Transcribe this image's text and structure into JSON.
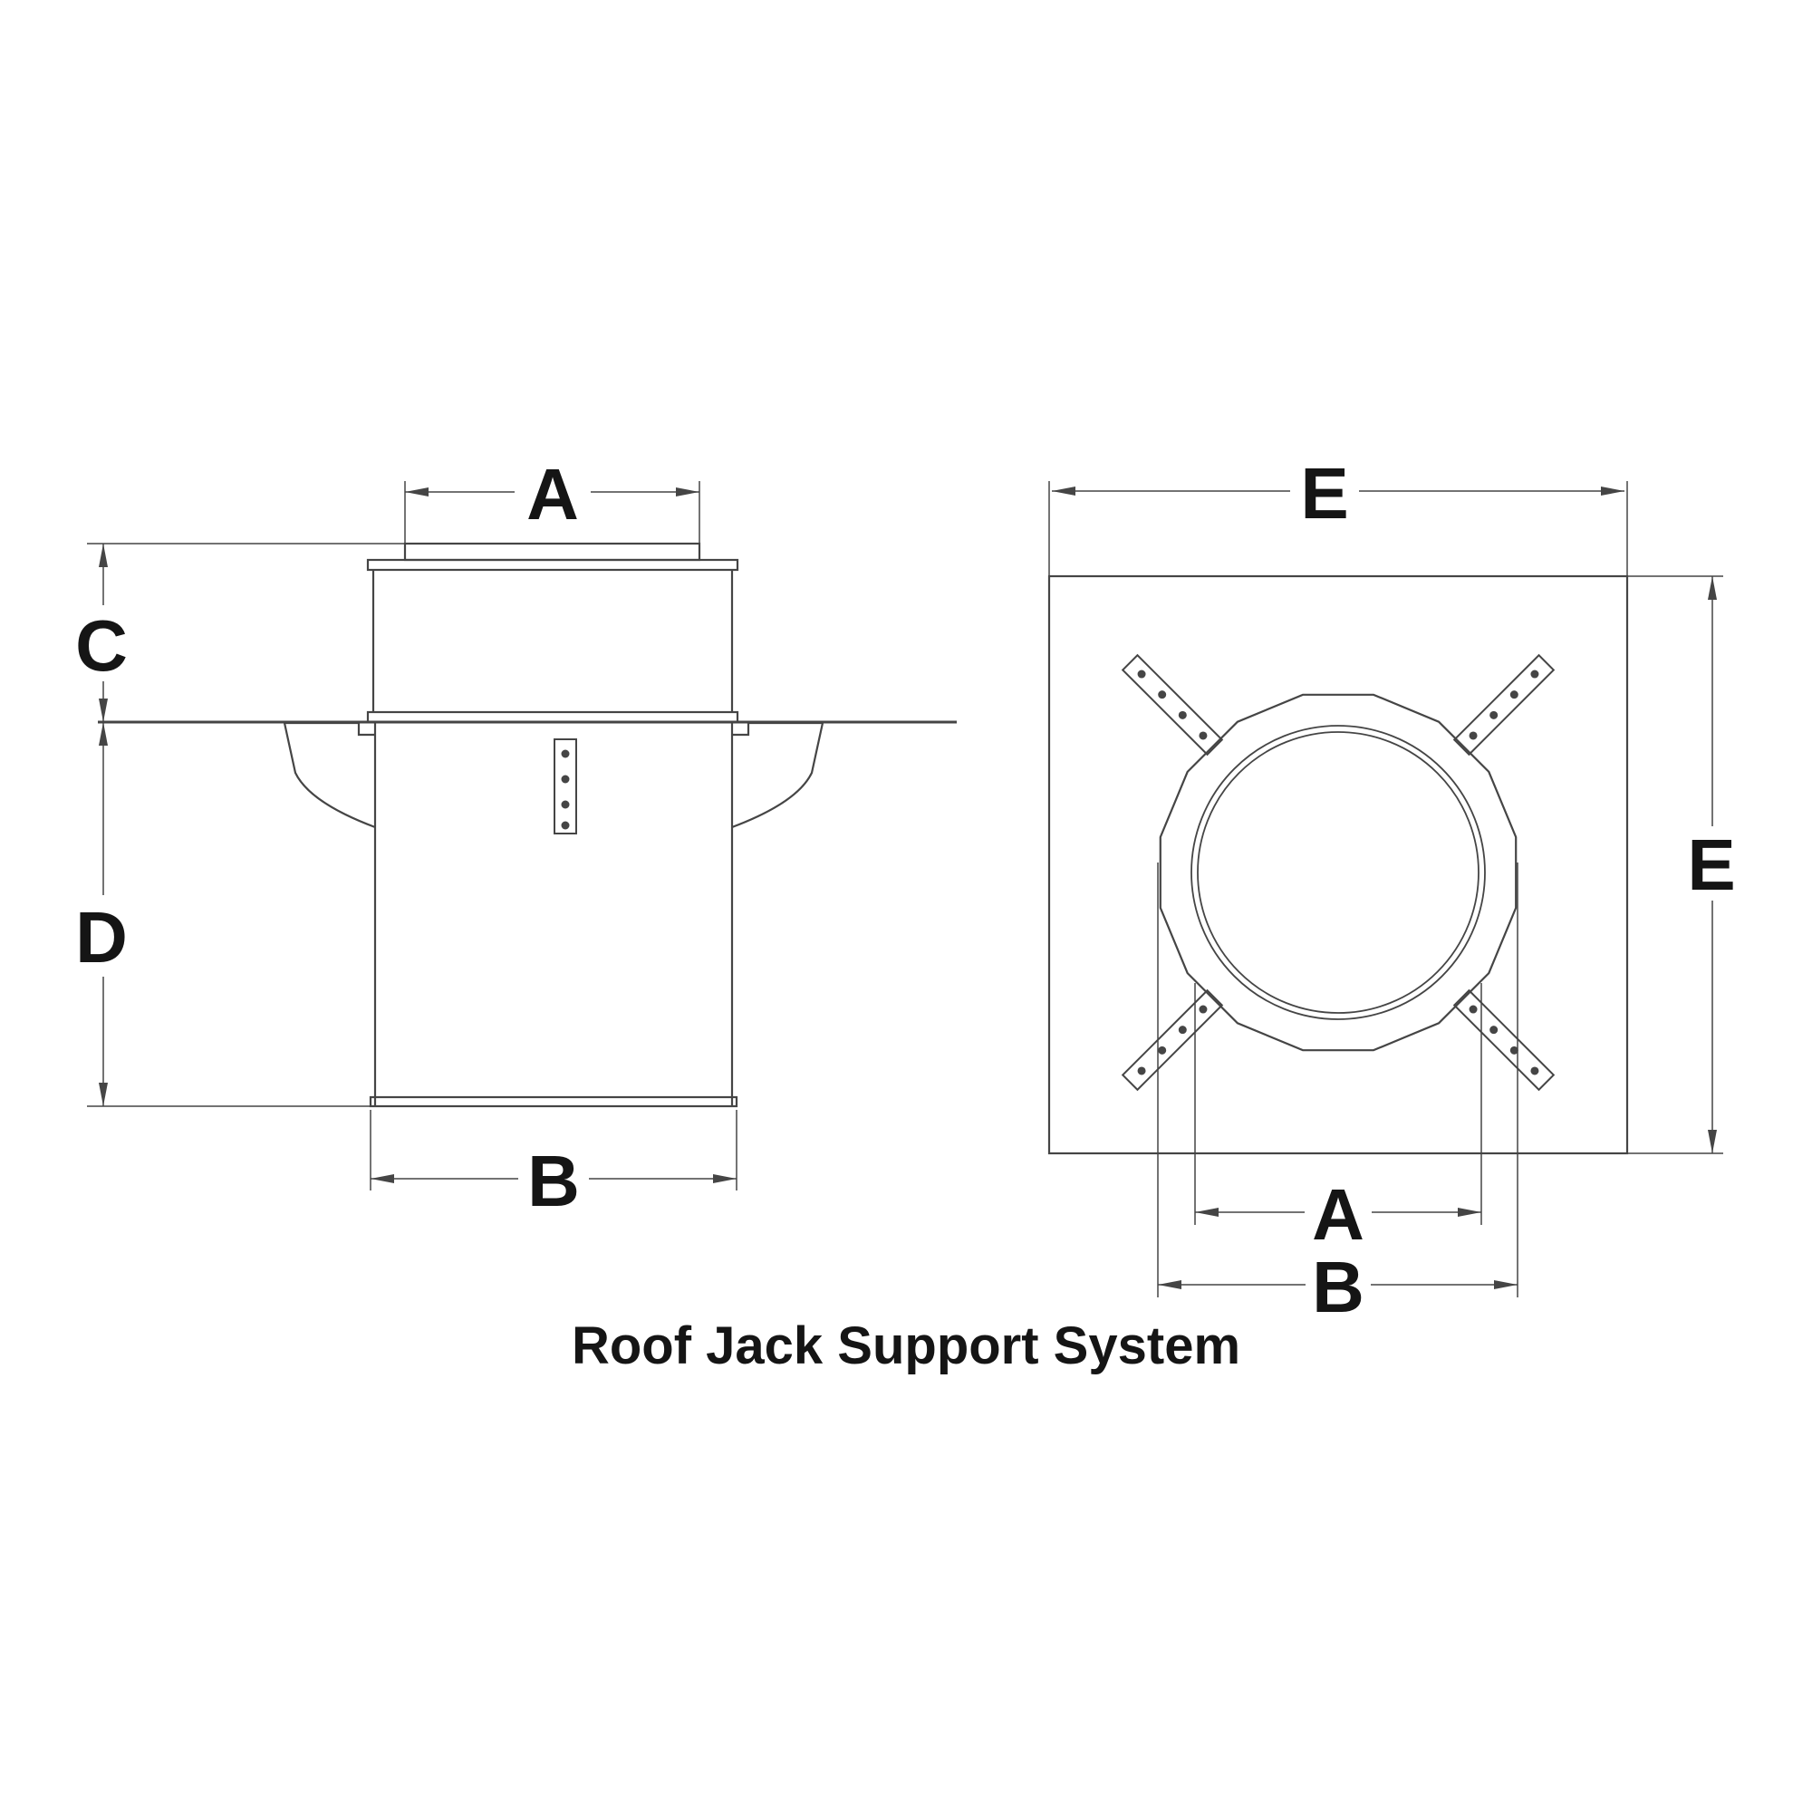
{
  "title": "Roof Jack Support System",
  "colors": {
    "background": "#ffffff",
    "line": "#454545",
    "label": "#151515"
  },
  "side_view": {
    "view_name": "side-view",
    "dim_labels": {
      "top_width": "A",
      "bottom_width": "B",
      "height_above_roof": "C",
      "height_below_roof": "D"
    }
  },
  "plan_view": {
    "view_name": "plan-view",
    "dim_labels": {
      "plate_width": "E",
      "plate_height": "E",
      "inner_diameter": "A",
      "outer_diameter": "B"
    }
  }
}
